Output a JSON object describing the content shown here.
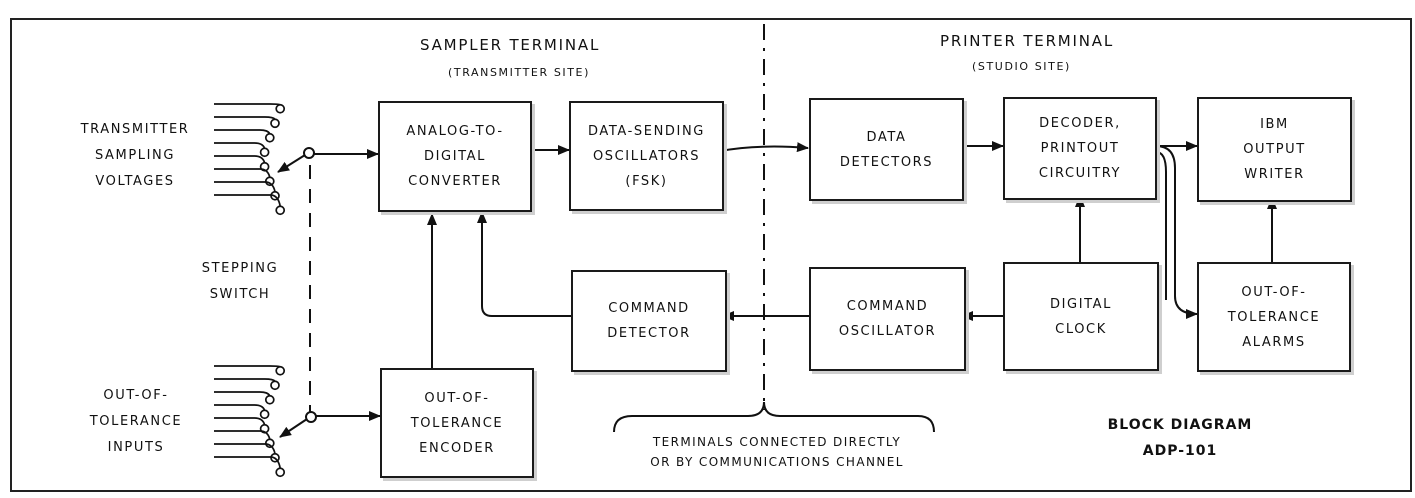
{
  "sampler_terminal": {
    "title": "SAMPLER TERMINAL",
    "subtitle": "(TRANSMITTER SITE)"
  },
  "printer_terminal": {
    "title": "PRINTER TERMINAL",
    "subtitle": "(STUDIO SITE)"
  },
  "inputs": {
    "transmitter_sampling_voltages": [
      "TRANSMITTER",
      "SAMPLING",
      "VOLTAGES"
    ],
    "stepping_switch": [
      "STEPPING",
      "SWITCH"
    ],
    "out_of_tolerance_inputs": [
      "OUT-OF-",
      "TOLERANCE",
      "INPUTS"
    ]
  },
  "blocks": {
    "analog_to_digital_converter": [
      "ANALOG-TO-",
      "DIGITAL",
      "CONVERTER"
    ],
    "out_of_tolerance_encoder": [
      "OUT-OF-",
      "TOLERANCE",
      "ENCODER"
    ],
    "data_sending_oscillators": [
      "DATA-SENDING",
      "OSCILLATORS",
      "(FSK)"
    ],
    "command_detector": [
      "COMMAND",
      "DETECTOR"
    ],
    "data_detectors": [
      "DATA",
      "DETECTORS"
    ],
    "command_oscillator": [
      "COMMAND",
      "OSCILLATOR"
    ],
    "decoder_printout_circuitry": [
      "DECODER,",
      "PRINTOUT",
      "CIRCUITRY"
    ],
    "digital_clock": [
      "DIGITAL",
      "CLOCK"
    ],
    "ibm_output_writer": [
      "IBM",
      "OUTPUT",
      "WRITER"
    ],
    "out_of_tolerance_alarms": [
      "OUT-OF-",
      "TOLERANCE",
      "ALARMS"
    ]
  },
  "channel_note": [
    "TERMINALS CONNECTED DIRECTLY",
    "OR BY COMMUNICATIONS CHANNEL"
  ],
  "caption": [
    "BLOCK DIAGRAM",
    "ADP-101"
  ],
  "colors": {
    "ink": "#111111",
    "shadow": "#cfcfcf",
    "background": "#ffffff"
  }
}
